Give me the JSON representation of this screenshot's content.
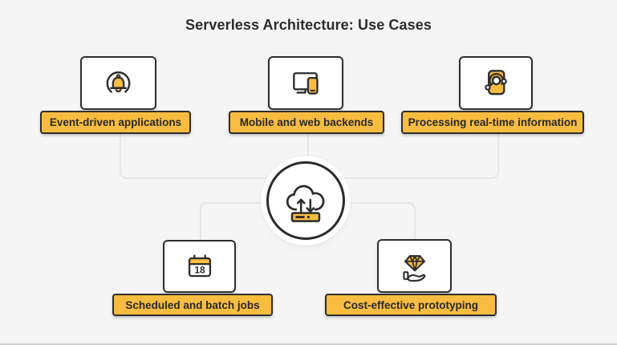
{
  "title": "Serverless Architecture: Use Cases",
  "colors": {
    "accent_yellow": "#F8BC40",
    "outline_dark": "#2E2E2E",
    "background": "#F5F5F6",
    "connector_gray": "#E5E5E7",
    "card_white": "#FFFFFF"
  },
  "center_node": {
    "icon": "cloud-upload-download-icon"
  },
  "use_cases": [
    {
      "label": "Event-driven applications",
      "icon": "notification-bell-icon"
    },
    {
      "label": "Mobile and web backends",
      "icon": "monitor-and-phone-icon"
    },
    {
      "label": "Processing real-time information",
      "icon": "realtime-data-phone-icon"
    },
    {
      "label": "Scheduled and batch jobs",
      "icon": "calendar-icon",
      "calendar_day": "18"
    },
    {
      "label": "Cost-effective prototyping",
      "icon": "diamond-in-hand-icon"
    }
  ]
}
